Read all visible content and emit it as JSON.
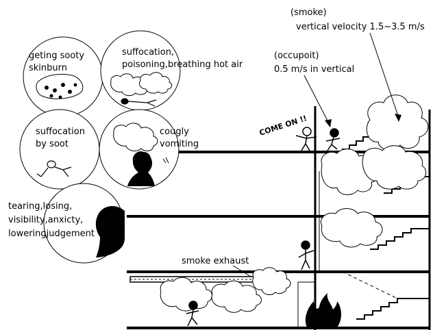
{
  "labels": {
    "smoke_title": "(smoke)",
    "smoke_velocity": "vertical velocity 1.5~3.5 m/s",
    "occupant_title": "(occupoit)",
    "occupant_velocity": "0.5 m/s in vertical",
    "come_on": "COME ON !!",
    "smoke_exhaust": "smoke exhaust"
  },
  "hazards": {
    "sooty_1": "geting sooty",
    "sooty_2": "skinburn",
    "suffocation_1": "suffocation,",
    "suffocation_2": "poisoning,breathing hot air",
    "soot_1": "suffocation",
    "soot_2": "by soot",
    "cough_1": "cougly",
    "cough_2": "vomiting",
    "tear_1": "tearing,losing,",
    "tear_2": "visibility,anxicty,",
    "tear_3": "loweringjudgement"
  }
}
